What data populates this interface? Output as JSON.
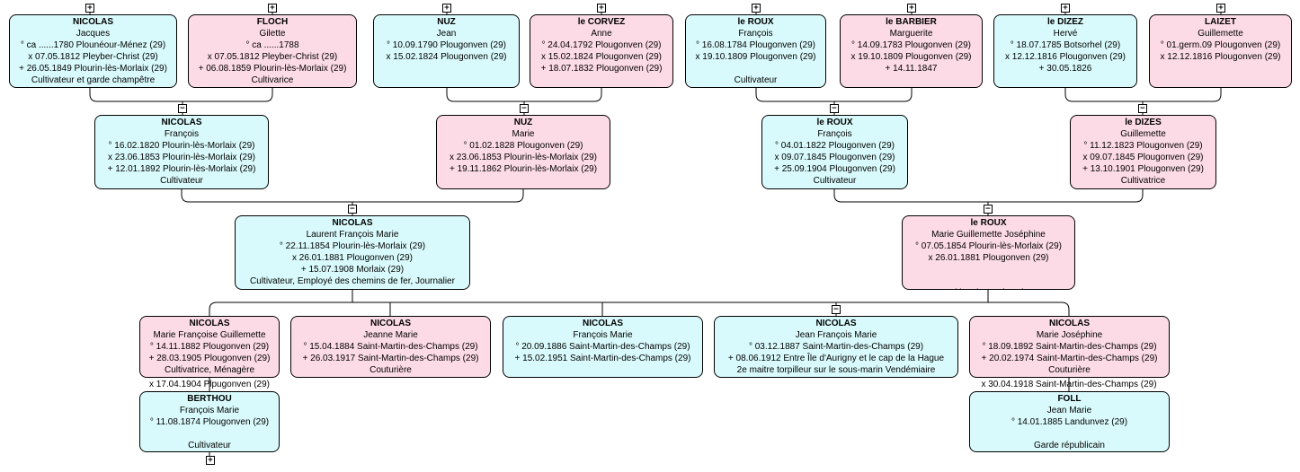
{
  "persons": {
    "g1": {
      "surname": "NICOLAS",
      "given": "Jacques",
      "lines": [
        "° ca ......1780 Plounéour-Ménez (29)",
        "x 07.05.1812 Pleyber-Christ (29)",
        "+ 26.05.1849 Plourin-lès-Morlaix (29)",
        "Cultivateur et garde champêtre"
      ]
    },
    "g2": {
      "surname": "FLOCH",
      "given": "Gilette",
      "lines": [
        "° ca ......1788",
        "x 07.05.1812 Pleyber-Christ (29)",
        "+ 06.08.1859 Plourin-lès-Morlaix (29)",
        "Cultivarice"
      ]
    },
    "g3": {
      "surname": "NUZ",
      "given": "Jean",
      "lines": [
        "° 10.09.1790 Plougonven (29)",
        "x 15.02.1824 Plougonven (29)"
      ]
    },
    "g4": {
      "surname": "le CORVEZ",
      "given": "Anne",
      "lines": [
        "° 24.04.1792 Plougonven (29)",
        "x 15.02.1824 Plougonven (29)",
        "+ 18.07.1832 Plougonven (29)"
      ]
    },
    "g5": {
      "surname": "le ROUX",
      "given": "François",
      "lines": [
        "° 16.08.1784 Plougonven (29)",
        "x 19.10.1809 Plougonven (29)",
        "",
        "Cultivateur"
      ]
    },
    "g6": {
      "surname": "le BARBIER",
      "given": "Marguerite",
      "lines": [
        "° 14.09.1783 Plougonven (29)",
        "x 19.10.1809 Plougonven (29)",
        "+ 14.11.1847"
      ]
    },
    "g7": {
      "surname": "le DIZEZ",
      "given": "Hervé",
      "lines": [
        "° 18.07.1785 Botsorhel (29)",
        "x 12.12.1816 Plougonven (29)",
        "+ 30.05.1826"
      ]
    },
    "g8": {
      "surname": "LAIZET",
      "given": "Guillemette",
      "lines": [
        "° 01.germ.09 Plougonven (29)",
        "x 12.12.1816 Plougonven (29)"
      ]
    },
    "p1": {
      "surname": "NICOLAS",
      "given": "François",
      "lines": [
        "° 16.02.1820 Plourin-lès-Morlaix (29)",
        "x 23.06.1853 Plourin-lès-Morlaix (29)",
        "+ 12.01.1892 Plourin-lès-Morlaix (29)",
        "Cultivateur"
      ]
    },
    "p2": {
      "surname": "NUZ",
      "given": "Marie",
      "lines": [
        "° 01.02.1828 Plougonven (29)",
        "x 23.06.1853 Plourin-lès-Morlaix (29)",
        "+ 19.11.1862 Plourin-lès-Morlaix (29)"
      ]
    },
    "p3": {
      "surname": "le ROUX",
      "given": "François",
      "lines": [
        "° 04.01.1822 Plougonven (29)",
        "x 09.07.1845 Plougonven (29)",
        "+ 25.09.1904 Plougonven (29)",
        "Cultivateur"
      ]
    },
    "p4": {
      "surname": "le DIZES",
      "given": "Guillemette",
      "lines": [
        "° 11.12.1823 Plougonven (29)",
        "x 09.07.1845 Plougonven (29)",
        "+ 13.10.1901 Plougonven (29)",
        "Cultivatrice"
      ]
    },
    "r1": {
      "surname": "NICOLAS",
      "given": "Laurent François Marie",
      "lines": [
        "° 22.11.1854 Plourin-lès-Morlaix (29)",
        "x 26.01.1881 Plougonven (29)",
        "+ 15.07.1908 Morlaix (29)",
        "Cultivateur, Employé des chemins de fer, Journalier"
      ]
    },
    "r2": {
      "surname": "le ROUX",
      "given": "Marie Guillemette Joséphine",
      "lines": [
        "° 07.05.1854 Plourin-lès-Morlaix (29)",
        "x 26.01.1881 Plougonven (29)",
        "",
        "",
        "Cultivatrice, Ménagère"
      ]
    },
    "c1": {
      "surname": "NICOLAS",
      "given": "Marie Françoise Guillemette",
      "lines": [
        "° 14.11.1882 Plougonven (29)",
        "+ 28.03.1905 Plougonven (29)",
        "Cultivatrice, Ménagère"
      ]
    },
    "c2": {
      "surname": "NICOLAS",
      "given": "Jeanne Marie",
      "lines": [
        "° 15.04.1884 Saint-Martin-des-Champs (29)",
        "+ 26.03.1917 Saint-Martin-des-Champs (29)",
        "Couturière"
      ]
    },
    "c3": {
      "surname": "NICOLAS",
      "given": "François Marie",
      "lines": [
        "° 20.09.1886 Saint-Martin-des-Champs (29)",
        "+ 15.02.1951 Saint-Martin-des-Champs (29)"
      ]
    },
    "c4": {
      "surname": "NICOLAS",
      "given": "Jean François Marie",
      "lines": [
        "° 03.12.1887 Saint-Martin-des-Champs (29)",
        "+ 08.06.1912 Entre Île d'Aurigny et le cap de la Hague",
        "2e maitre torpilleur sur le sous-marin Vendémiaire"
      ]
    },
    "c5": {
      "surname": "NICOLAS",
      "given": "Marie Joséphine",
      "lines": [
        "° 18.09.1892 Saint-Martin-des-Champs (29)",
        "+ 20.02.1974 Saint-Martin-des-Champs (29)",
        "Couturière"
      ]
    },
    "s1": {
      "surname": "BERTHOU",
      "given": "François Marie",
      "lines": [
        "° 11.08.1874 Plougonven (29)",
        "",
        "Cultivateur"
      ]
    },
    "s2": {
      "surname": "FOLL",
      "given": "Jean Marie",
      "lines": [
        "° 14.01.1885 Landunvez (29)",
        "",
        "Garde républicain"
      ]
    }
  },
  "marriages": {
    "m1": "x 17.04.1904 Plpugonven (29)",
    "m2": "x 30.04.1918 Saint-Martin-des-Champs (29)"
  },
  "toggles": {
    "expand": "+",
    "collapse": "−"
  }
}
